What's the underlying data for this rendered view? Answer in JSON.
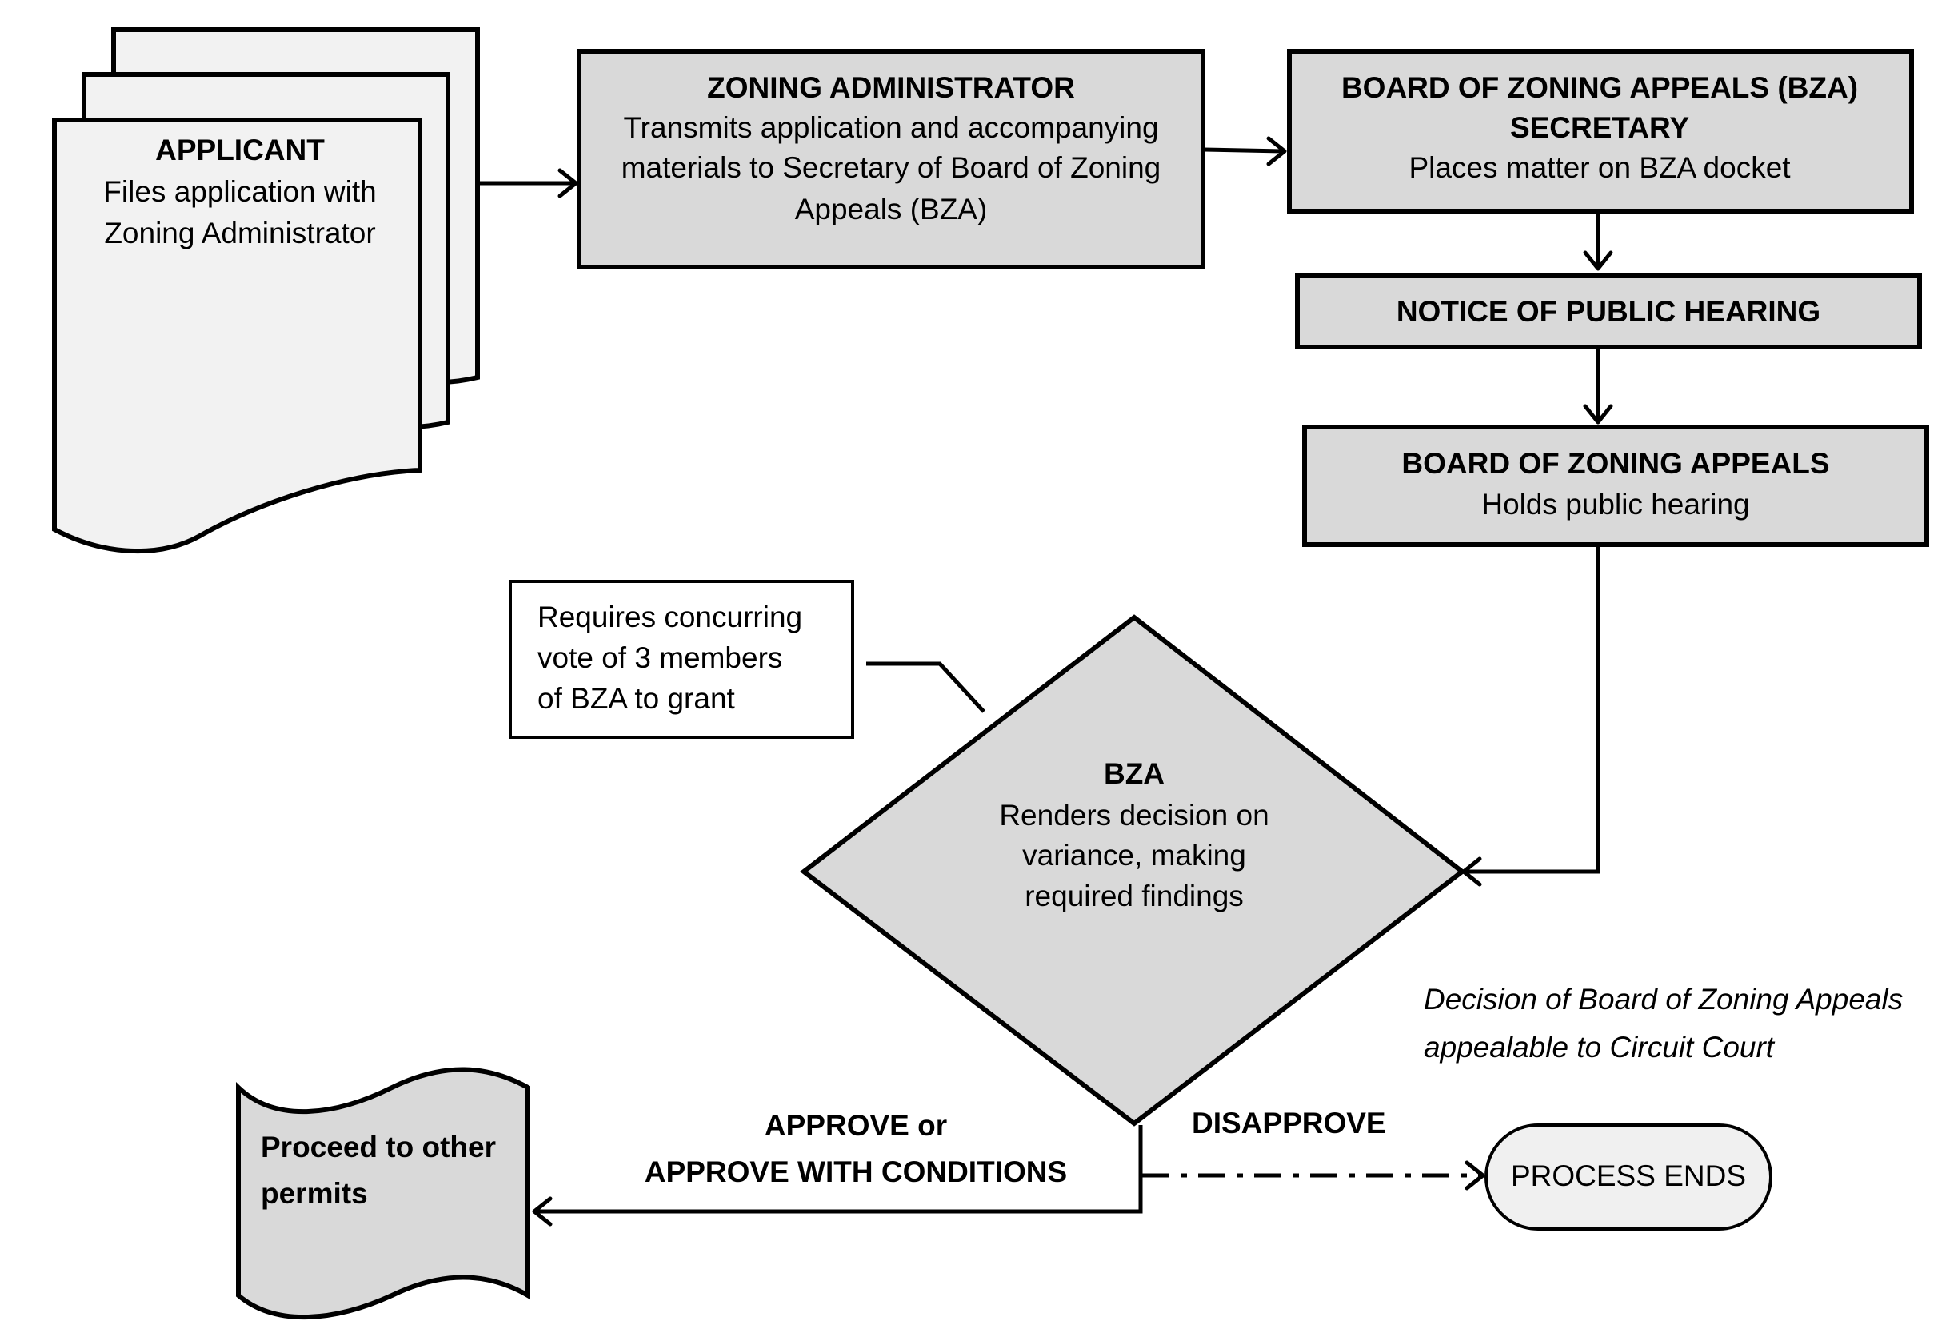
{
  "applicant": {
    "title": "APPLICANT",
    "line1": "Files application with",
    "line2": "Zoning Administrator"
  },
  "zoning_administrator": {
    "title": "ZONING ADMINISTRATOR",
    "line1": "Transmits application and accompanying",
    "line2": "materials to Secretary of Board of Zoning",
    "line3": "Appeals (BZA)"
  },
  "bza_secretary": {
    "title_line1": "BOARD OF ZONING APPEALS (BZA)",
    "title_line2": "SECRETARY",
    "line1": "Places matter on BZA docket"
  },
  "notice": {
    "title": "NOTICE OF PUBLIC HEARING"
  },
  "bza_hearing": {
    "title": "BOARD OF ZONING APPEALS",
    "line1": "Holds public hearing"
  },
  "vote_note": {
    "line1": "Requires concurring",
    "line2": "vote of 3 members",
    "line3": "of BZA to grant"
  },
  "decision": {
    "title": "BZA",
    "line1": "Renders decision on",
    "line2": "variance, making",
    "line3": "required findings"
  },
  "appeal_note": {
    "line1": "Decision of Board of Zoning Appeals",
    "line2": "appealable to Circuit Court"
  },
  "approve_label": {
    "line1": "APPROVE or",
    "line2": "APPROVE WITH CONDITIONS"
  },
  "disapprove_label": {
    "text": "DISAPPROVE"
  },
  "proceed": {
    "line1": "Proceed to other",
    "line2": "permits"
  },
  "process_ends": {
    "text": "PROCESS ENDS"
  },
  "colors": {
    "box_fill": "#d9d9d9",
    "document_fill": "#f2f2f2",
    "terminal_fill": "#f0f0f0",
    "stroke": "#000000"
  }
}
